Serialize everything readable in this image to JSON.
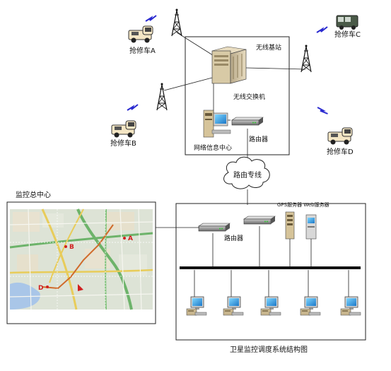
{
  "labels": {
    "truck_a": "抢修车A",
    "truck_b": "抢修车B",
    "truck_c": "抢修车C",
    "truck_d": "抢修车D",
    "base_station": "无线基站",
    "wireless_switch": "无线交换机",
    "network_center": "网络信息中心",
    "router_top": "路由器",
    "leased_line": "路由专线",
    "monitor_center": "监控总中心",
    "router_bottom": "路由器",
    "server_labels": "GPS服务器  Web服务器",
    "caption": "卫星监控调度系统结构图"
  },
  "map_markers": {
    "a": "A",
    "b": "B",
    "d": "D"
  },
  "colors": {
    "map_bg": "#dde3d6",
    "road_green": "#6db36a",
    "road_yellow": "#e8cc5a",
    "water": "#a9c6e8",
    "route": "#d06a2a",
    "lightning": "#2a2ad0",
    "marker_red": "#d02020"
  }
}
